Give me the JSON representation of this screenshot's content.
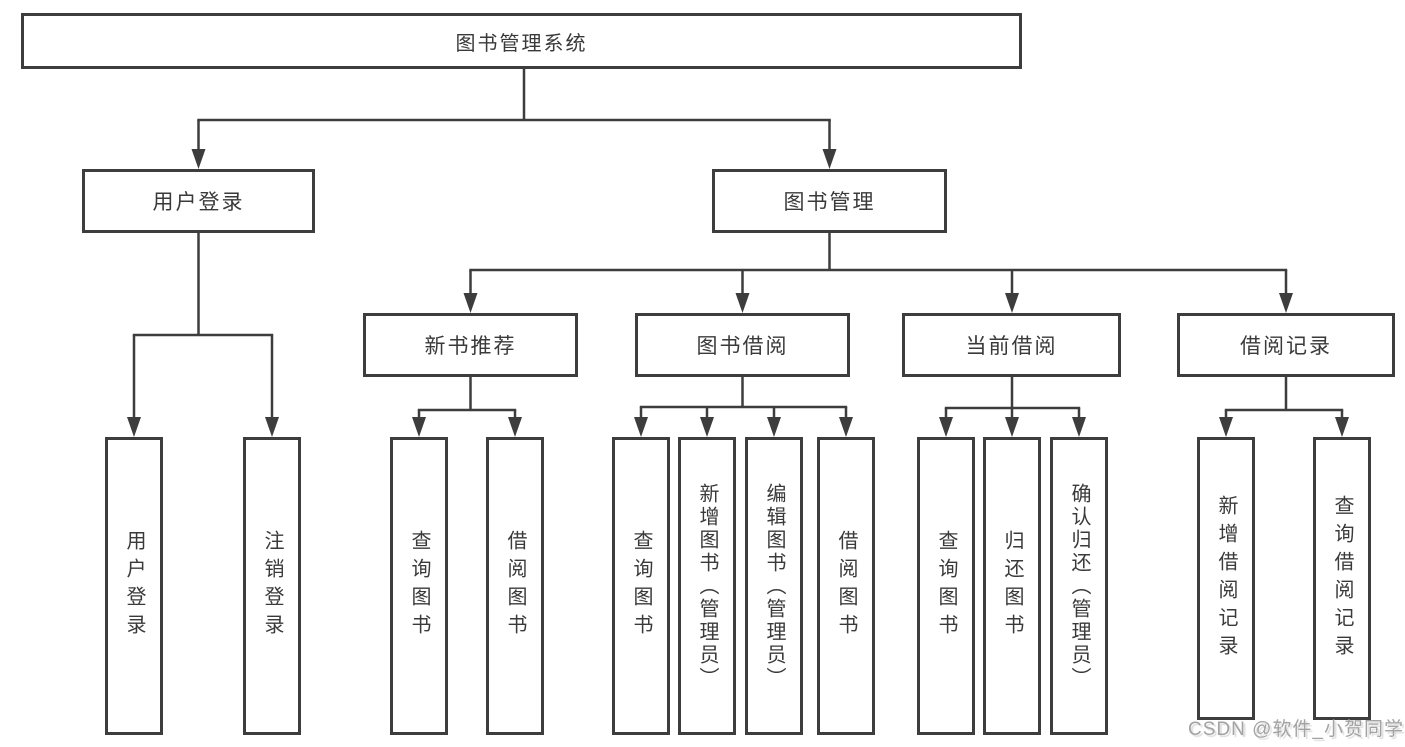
{
  "diagram": {
    "root": "图书管理系统",
    "user_login": {
      "label": "用户登录",
      "children": {
        "login": "用户登录",
        "logout": "注销登录"
      }
    },
    "book_mgmt": {
      "label": "图书管理",
      "new_books": {
        "label": "新书推荐",
        "children": {
          "query": "查询图书",
          "borrow": "借阅图书"
        }
      },
      "book_borrow": {
        "label": "图书借阅",
        "children": {
          "query": "查询图书",
          "add": "新增图书（管理员）",
          "edit": "编辑图书（管理员）",
          "borrow": "借阅图书"
        }
      },
      "current_borrow": {
        "label": "当前借阅",
        "children": {
          "query": "查询图书",
          "return": "归还图书",
          "confirm": "确认归还（管理员）"
        }
      },
      "borrow_records": {
        "label": "借阅记录",
        "children": {
          "add": "新增借阅记录",
          "query": "查询借阅记录"
        }
      }
    }
  },
  "watermark": "CSDN @软件_小贺同学",
  "colors": {
    "line": "#3d3d3d",
    "text": "#3a3a3a",
    "box_fill": "#ffffff",
    "background": "#ffffff",
    "watermark": "#a3a3a3"
  }
}
